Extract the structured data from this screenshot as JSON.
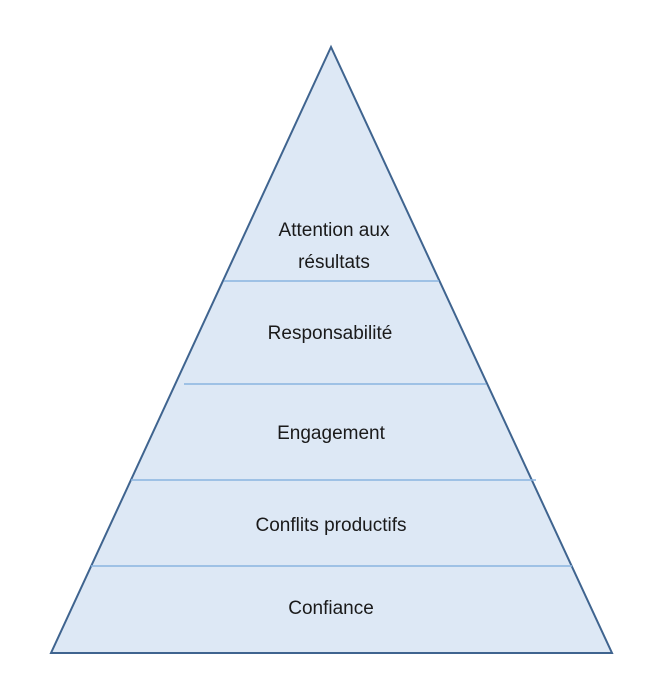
{
  "diagram": {
    "type": "pyramid",
    "levels_top_to_bottom": [
      {
        "lines": [
          "Attention aux",
          "résultats"
        ]
      },
      {
        "lines": [
          "Responsabilité"
        ]
      },
      {
        "lines": [
          "Engagement"
        ]
      },
      {
        "lines": [
          "Conflits productifs"
        ]
      },
      {
        "lines": [
          "Confiance"
        ]
      }
    ],
    "colors": {
      "fill": "#dde8f5",
      "outline": "#3f648f",
      "divider": "#8ab4e0",
      "text": "#1a1a1a"
    }
  }
}
